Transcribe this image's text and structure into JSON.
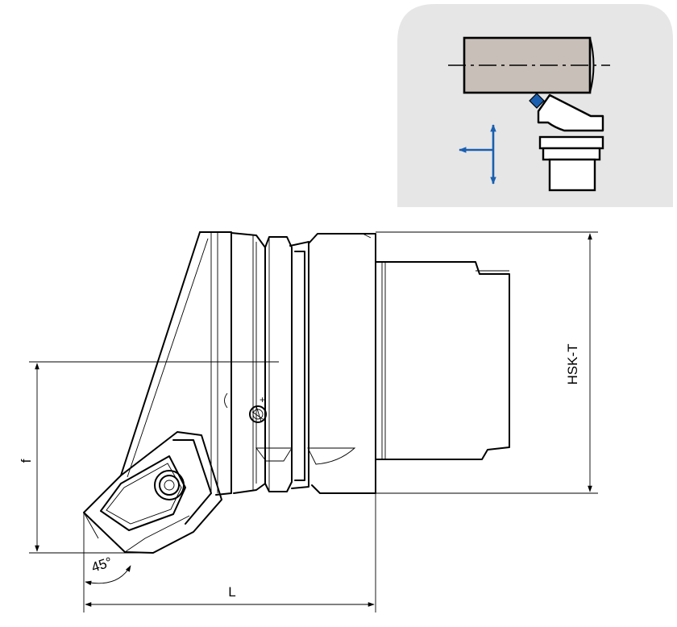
{
  "dimensions": {
    "f": "f",
    "L": "L",
    "hsk": "HSK-T",
    "angle": "45°"
  },
  "inset": {
    "panel_color": "#e6e6e6",
    "workpiece_color": "#c8bfb8",
    "insert_color": "#1a5fb0",
    "arrow_color": "#1a5fb0"
  }
}
